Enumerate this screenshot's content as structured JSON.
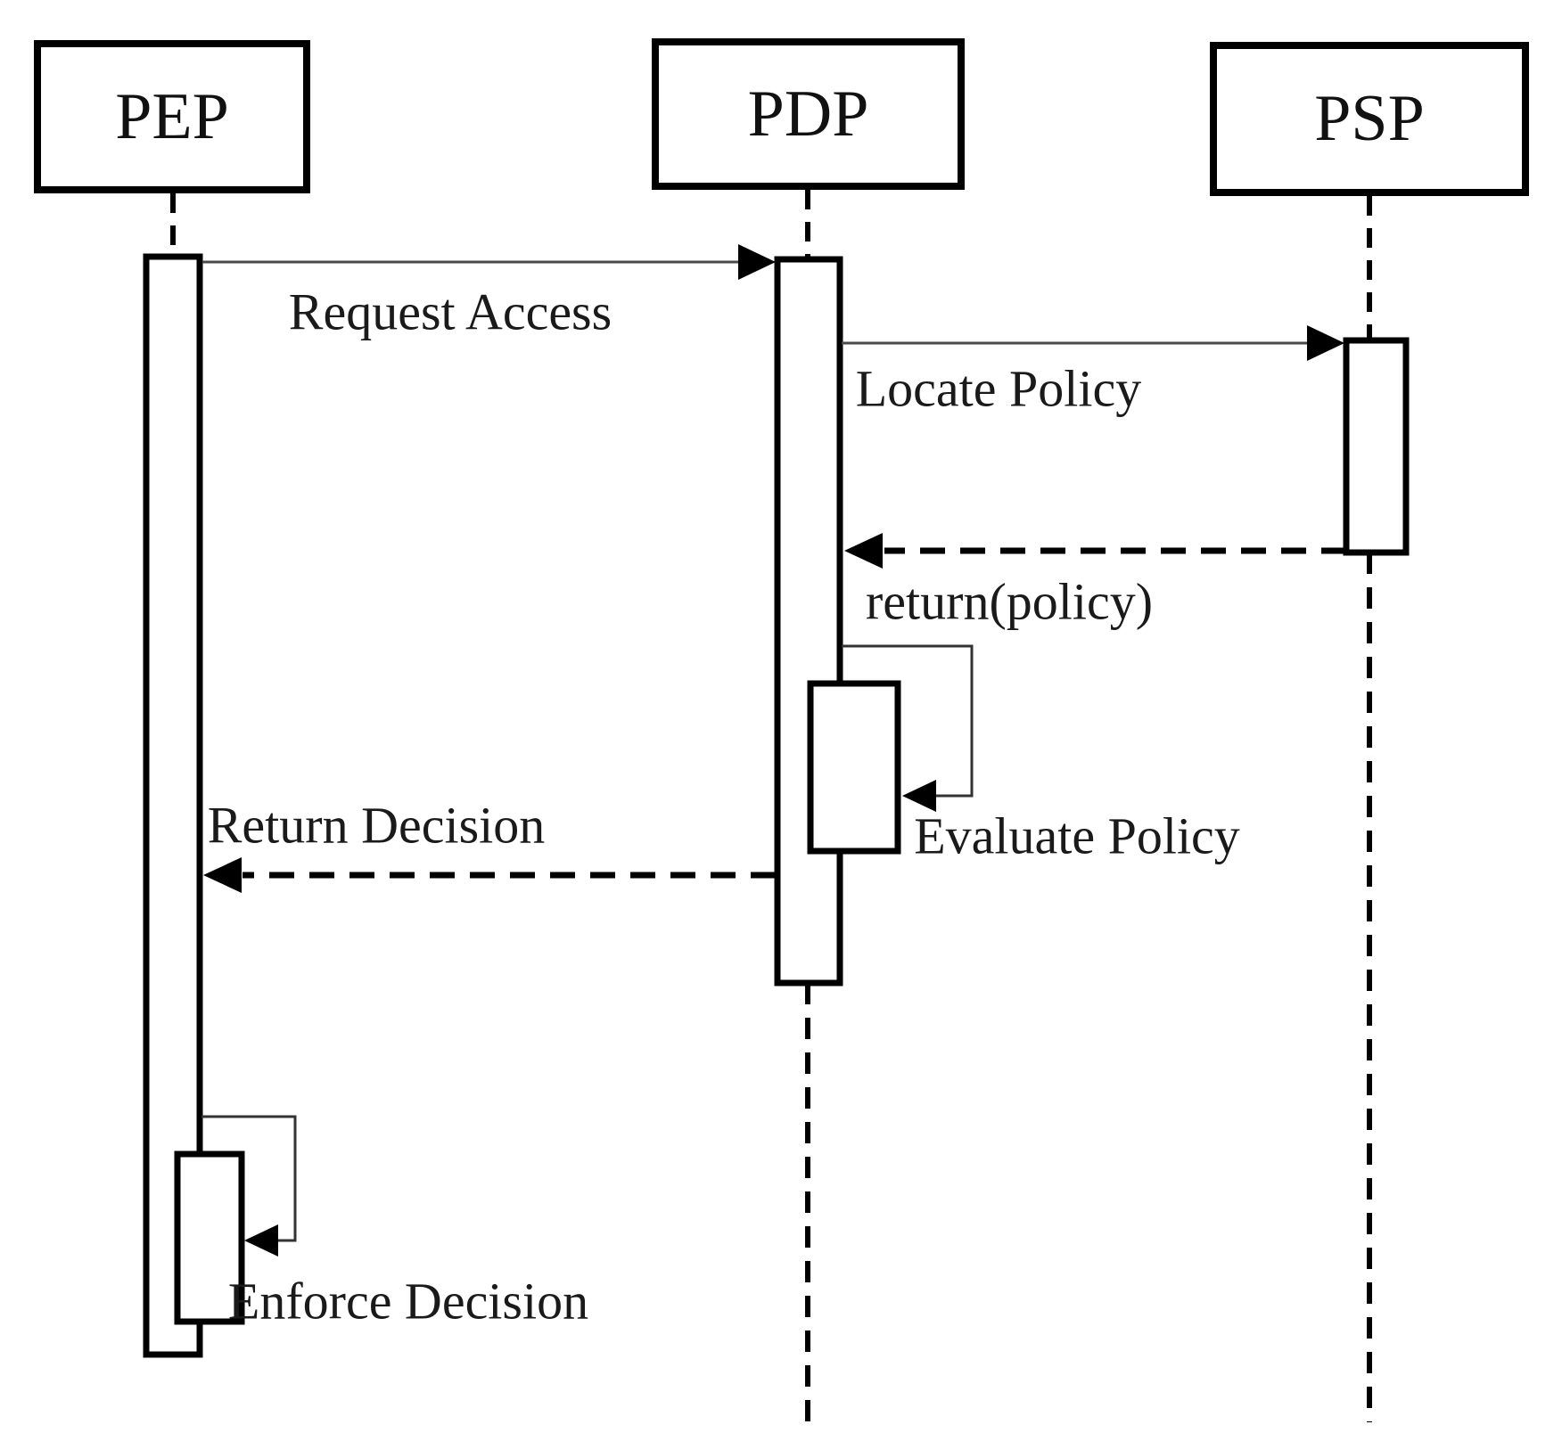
{
  "diagram": {
    "type": "uml-sequence-diagram",
    "colors": {
      "background": "#ffffff",
      "line": "#000000",
      "thin_line": "#4a4a4a",
      "text": "#1a1a1a"
    },
    "actors": [
      {
        "id": "pep",
        "name": "PEP"
      },
      {
        "id": "pdp",
        "name": "PDP"
      },
      {
        "id": "psp",
        "name": "PSP"
      }
    ],
    "messages": [
      {
        "label": "Request Access",
        "from": "PEP",
        "to": "PDP",
        "kind": "call",
        "line": "solid"
      },
      {
        "label": "Locate Policy",
        "from": "PDP",
        "to": "PSP",
        "kind": "call",
        "line": "solid"
      },
      {
        "label": "return(policy)",
        "from": "PSP",
        "to": "PDP",
        "kind": "return",
        "line": "dashed"
      },
      {
        "label": "Evaluate Policy",
        "from": "PDP",
        "to": "PDP",
        "kind": "self-call",
        "line": "solid"
      },
      {
        "label": "Return Decision",
        "from": "PDP",
        "to": "PEP",
        "kind": "return",
        "line": "dashed"
      },
      {
        "label": "Enforce Decision",
        "from": "PEP",
        "to": "PEP",
        "kind": "self-call",
        "line": "solid"
      }
    ]
  }
}
